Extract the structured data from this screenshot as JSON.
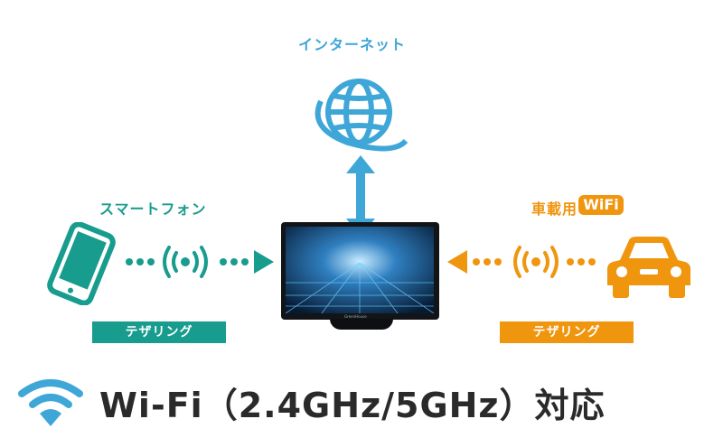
{
  "colors": {
    "blue": "#3fa6d8",
    "teal": "#179c8d",
    "orange": "#f0950e",
    "text_dark": "#2a2a2a"
  },
  "nodes": {
    "internet": {
      "label": "インターネット",
      "icon": "globe-icon"
    },
    "smartphone": {
      "label": "スマートフォン",
      "icon": "smartphone-icon",
      "badge": "テザリング"
    },
    "car": {
      "label": "車載用",
      "wifi_logo": "WiFi",
      "icon": "car-icon",
      "badge": "テザリング"
    },
    "display": {
      "icon": "display-monitor",
      "brand": "GreenHouse"
    }
  },
  "footer": {
    "icon": "wifi-icon",
    "text": "Wi-Fi（2.4GHz/5GHz）対応"
  }
}
